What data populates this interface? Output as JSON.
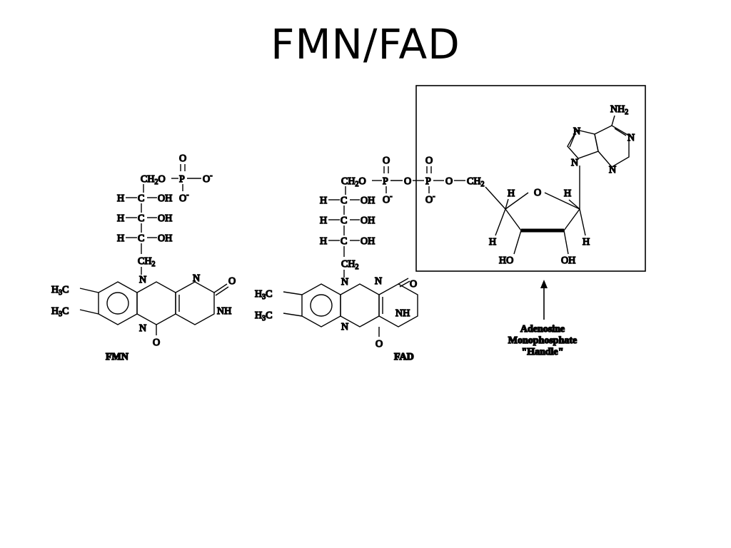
{
  "title": "FMN/FAD",
  "labels": {
    "fmn": "FMN",
    "fad": "FAD",
    "amp_note": [
      "Adenosine",
      "Monophosphate",
      "\"Handle\""
    ]
  },
  "colors": {
    "ink": "#000000",
    "background": "#ffffff"
  }
}
